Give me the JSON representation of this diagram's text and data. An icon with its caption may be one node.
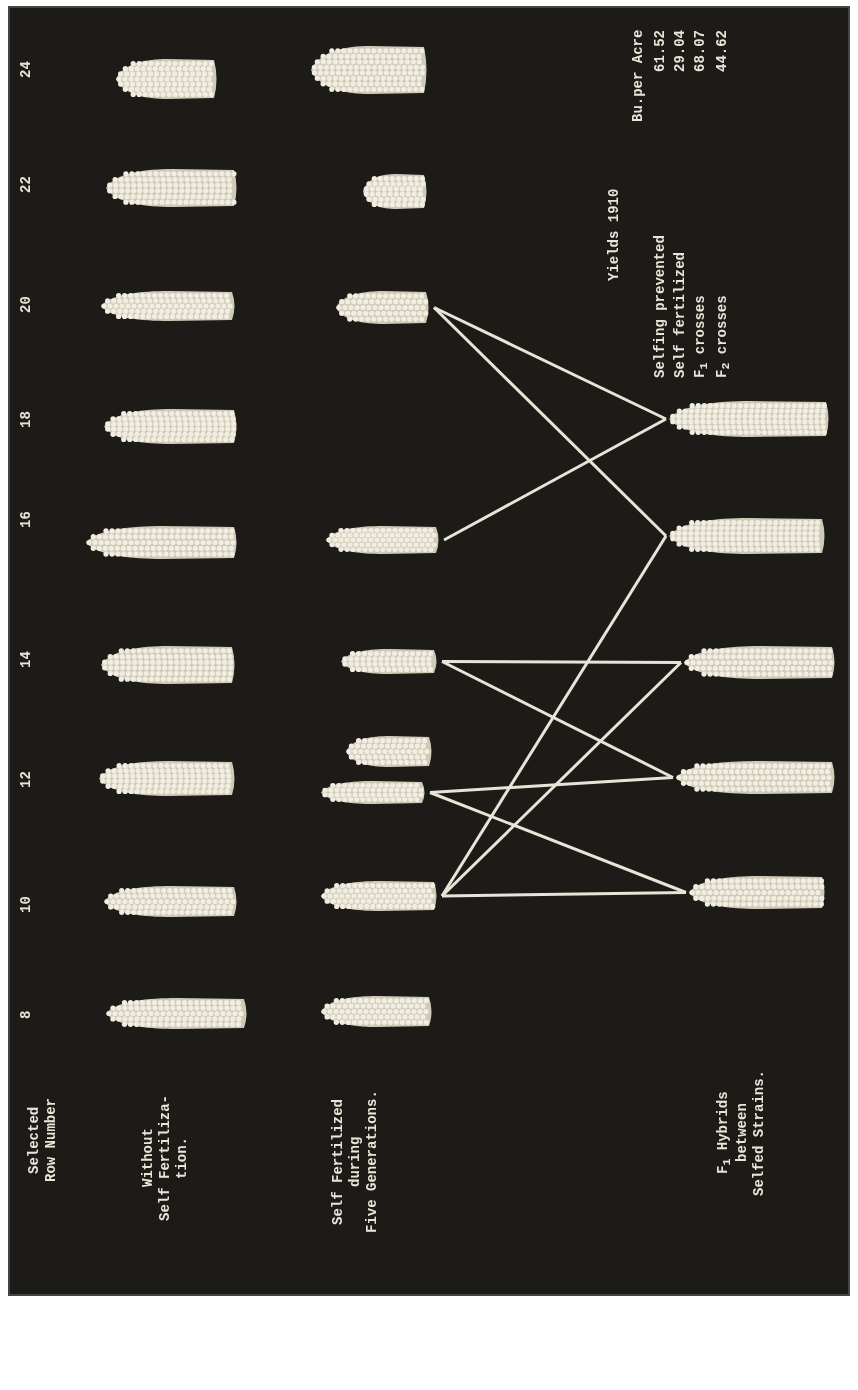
{
  "diagram": {
    "nodes": [
      {
        "text": [],
        "shape": "picture"
      },
      {
        "text": [],
        "shape": "picture"
      },
      {
        "text": [],
        "shape": "picture"
      },
      {
        "text": [],
        "shape": "picture"
      },
      {
        "text": [],
        "shape": "picture"
      },
      {
        "text": [],
        "shape": "picture"
      },
      {
        "text": [],
        "shape": "picture"
      },
      {
        "text": [],
        "shape": "picture"
      },
      {
        "text": [],
        "shape": "picture"
      },
      {
        "text": [],
        "shape": "picture"
      },
      {
        "text": [],
        "shape": "picture"
      },
      {
        "text": [],
        "shape": "picture"
      },
      {
        "text": [],
        "shape": "picture"
      },
      {
        "text": [],
        "shape": "picture"
      },
      {
        "text": [],
        "shape": "picture"
      },
      {
        "text": [],
        "shape": "picture"
      },
      {
        "text": [],
        "shape": "picture"
      },
      {
        "text": [],
        "shape": "picture"
      },
      {
        "text": [],
        "shape": "picture"
      },
      {
        "text": [],
        "shape": "picture"
      },
      {
        "text": [],
        "shape": "picture"
      },
      {
        "text": [],
        "shape": "picture"
      },
      {
        "text": [],
        "shape": "picture"
      }
    ],
    "edges": [
      {
        "from": 15,
        "to": 22,
        "arrow": "none"
      },
      {
        "from": 14,
        "to": 22,
        "arrow": "none"
      },
      {
        "from": 15,
        "to": 21,
        "arrow": "none"
      },
      {
        "from": 10,
        "to": 21,
        "arrow": "none"
      },
      {
        "from": 13,
        "to": 20,
        "arrow": "none"
      },
      {
        "from": 10,
        "to": 20,
        "arrow": "none"
      },
      {
        "from": 13,
        "to": 19,
        "arrow": "none"
      },
      {
        "from": 11,
        "to": 19,
        "arrow": "none"
      },
      {
        "from": 11,
        "to": 18,
        "arrow": "none"
      },
      {
        "from": 10,
        "to": 18,
        "arrow": "none"
      }
    ],
    "labels": [
      "Selected Row Number",
      "8",
      "10",
      "12",
      "14",
      "16",
      "18",
      "20",
      "22",
      "24",
      "Without Self Fertiliza- tion.",
      "Self Fertilized during Five Generations.",
      "F$_{1}$ Hybrids between Selfed Strains.",
      "Yields 1910",
      "Bu.per Acre",
      "Selfing prevented",
      "61.52",
      "Self fertilized",
      "29.04",
      "F$_{1}$ crosses",
      "68.07",
      "F$_{2}$ crosses",
      "44.62"
    ]
  }
}
